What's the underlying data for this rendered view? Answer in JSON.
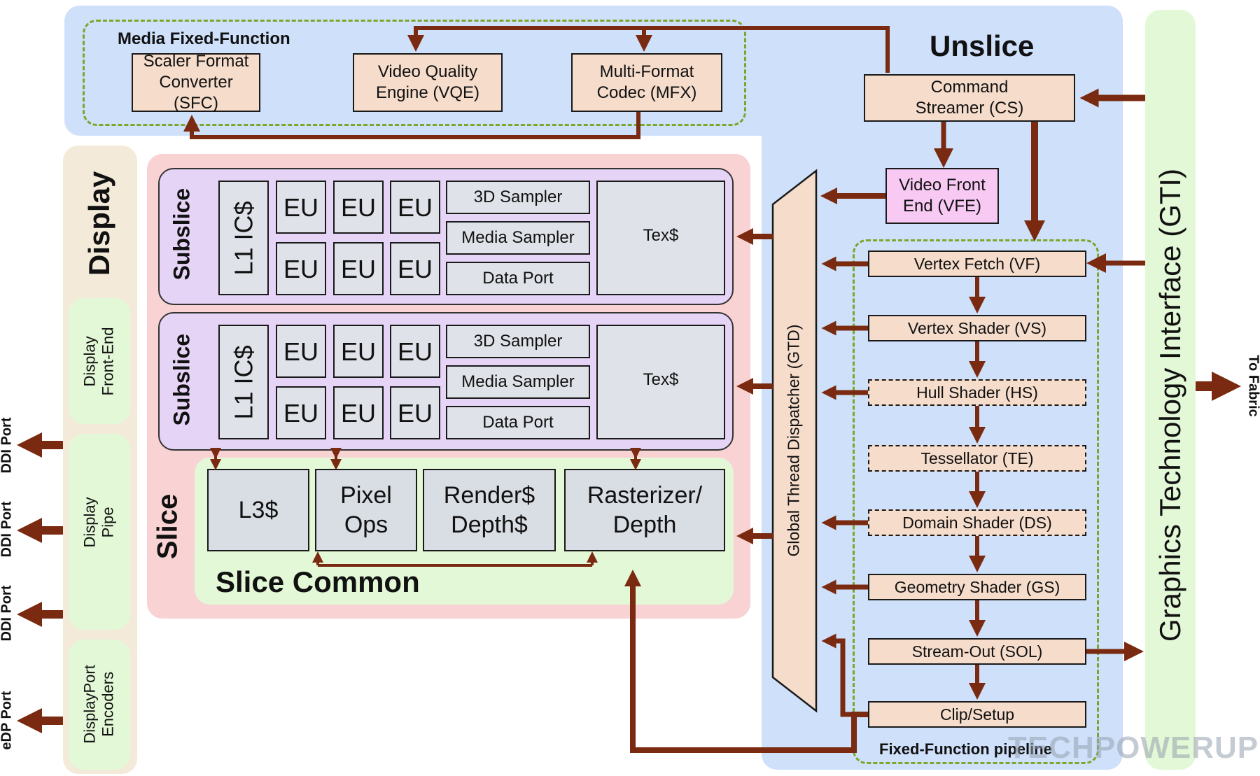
{
  "colors": {
    "arrow": "#7a2a10",
    "unslice_bg": "#cfe0fa",
    "slice_bg": "#f9d3d3",
    "subslice_bg": "#e6d4f6",
    "slice_common_bg": "#e3f8d6",
    "display_bg": "#f3ead9",
    "display_sub_bg": "#e3f8d6",
    "gti_bg": "#e3f8d6",
    "dashed_group": "#7aa62a",
    "box_peach": "#f5dccb",
    "box_grey": "#dfe2e8",
    "box_pink": "#f7c9f3"
  },
  "media": {
    "title": "Media Fixed-Function",
    "sfc": "Scaler Format Converter (SFC)",
    "vqe": "Video Quality Engine (VQE)",
    "mfx": "Multi-Format Codec (MFX)"
  },
  "unslice": {
    "title": "Unslice",
    "cs": "Command Streamer (CS)",
    "vfe": "Video Front End (VFE)",
    "gtd": "Global Thread Dispatcher (GTD)"
  },
  "pipeline": {
    "title": "Fixed-Function pipeline",
    "stages": [
      {
        "label": "Vertex Fetch (VF)",
        "dashed": false
      },
      {
        "label": "Vertex Shader (VS)",
        "dashed": false
      },
      {
        "label": "Hull Shader (HS)",
        "dashed": true
      },
      {
        "label": "Tessellator (TE)",
        "dashed": true
      },
      {
        "label": "Domain Shader (DS)",
        "dashed": true
      },
      {
        "label": "Geometry Shader (GS)",
        "dashed": false
      },
      {
        "label": "Stream-Out (SOL)",
        "dashed": false
      },
      {
        "label": "Clip/Setup",
        "dashed": false
      }
    ]
  },
  "gti": {
    "title": "Graphics Technology Interface (GTI)",
    "to_fabric": "To Fabric"
  },
  "slice": {
    "title": "Slice",
    "subslices": [
      {
        "title": "Subslice",
        "l1": "L1 IC$",
        "eus": [
          "EU",
          "EU",
          "EU",
          "EU",
          "EU",
          "EU"
        ],
        "sampler3d": "3D Sampler",
        "media_sampler": "Media Sampler",
        "data_port": "Data Port",
        "tex": "Tex$"
      },
      {
        "title": "Subslice",
        "l1": "L1 IC$",
        "eus": [
          "EU",
          "EU",
          "EU",
          "EU",
          "EU",
          "EU"
        ],
        "sampler3d": "3D Sampler",
        "media_sampler": "Media Sampler",
        "data_port": "Data Port",
        "tex": "Tex$"
      }
    ],
    "common": {
      "title": "Slice Common",
      "l3": "L3$",
      "pixel_ops": "Pixel Ops",
      "render": "Render$ Depth$",
      "rasterizer": "Rasterizer/ Depth"
    }
  },
  "display": {
    "title": "Display",
    "front_end": "Display Front-End",
    "pipe": "Display Pipe",
    "encoders": "DisplayPort Encoders",
    "ports": [
      "DDI Port",
      "DDI Port",
      "DDI Port",
      "eDP Port"
    ]
  },
  "watermark": "TECHPOWERUP"
}
